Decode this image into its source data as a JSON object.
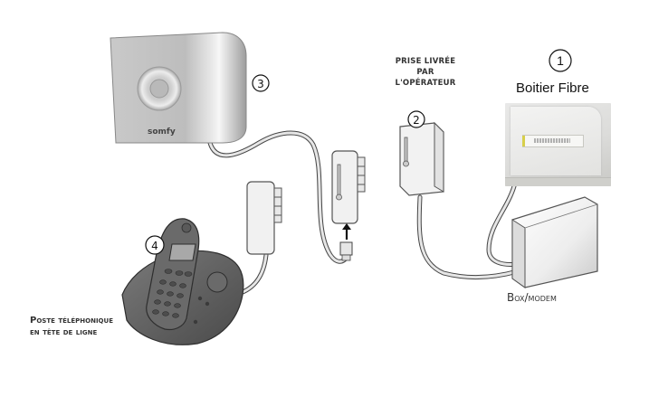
{
  "labels": {
    "prise": [
      "PRISE LIVRÉE",
      "PAR",
      "L'OPÉRATEUR"
    ],
    "fibre_title": "Boitier Fibre",
    "box_modem": "Box/modem",
    "poste": [
      "Poste téléphonique",
      "en tête de ligne"
    ]
  },
  "markers": {
    "fibre": "1",
    "prise": "2",
    "somfy": "3",
    "phone": "4"
  },
  "devices": {
    "somfy_brand": "somfy"
  },
  "colors": {
    "line": "#222222",
    "device_grey": "#b7b7b7",
    "phone_dark": "#5c5c5c",
    "cable": "#cfcfcf"
  }
}
